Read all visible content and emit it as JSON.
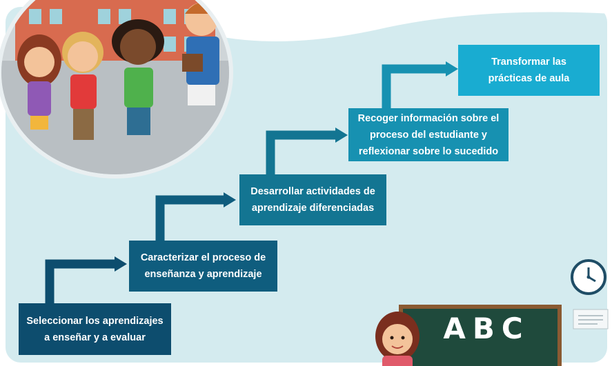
{
  "steps": [
    {
      "line1": "Seleccionar los aprendizajes",
      "line2": "a enseñar y a evaluar"
    },
    {
      "line1": "Caracterizar el proceso de",
      "line2": "enseñanza y aprendizaje"
    },
    {
      "line1": "Desarrollar actividades de",
      "line2": "aprendizaje diferenciadas"
    },
    {
      "line1": "Recoger información sobre el",
      "line2": "proceso del estudiante y",
      "line3": "reflexionar sobre lo sucedido"
    },
    {
      "line1": "Transformar las",
      "line2": "prácticas de aula"
    }
  ],
  "board": {
    "text": "ABC"
  },
  "colors": {
    "step1": "#0d4d6e",
    "step2": "#0f5d7e",
    "step3": "#137592",
    "step4": "#1791b1",
    "step5": "#19acd1",
    "background": "#d4ebef"
  },
  "icons": [
    "clock-icon",
    "paper-icon",
    "chalkboard-icon",
    "teacher-icon",
    "children-illustration"
  ]
}
